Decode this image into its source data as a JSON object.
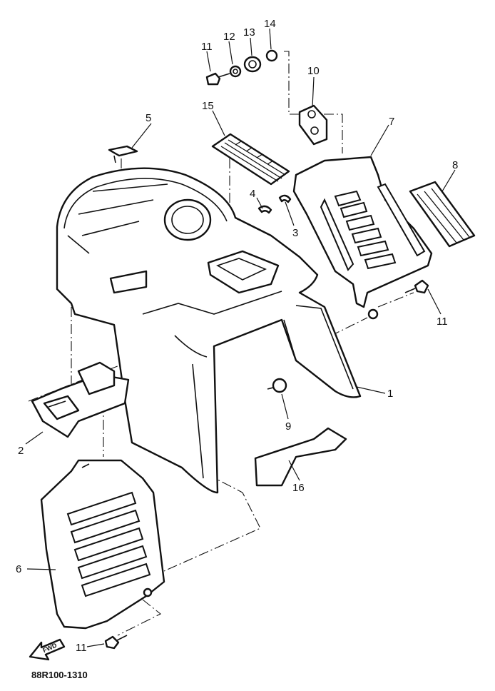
{
  "diagram": {
    "callouts": [
      {
        "id": "1",
        "label": "1"
      },
      {
        "id": "2",
        "label": "2"
      },
      {
        "id": "3",
        "label": "3"
      },
      {
        "id": "4",
        "label": "4"
      },
      {
        "id": "5",
        "label": "5"
      },
      {
        "id": "6",
        "label": "6"
      },
      {
        "id": "7",
        "label": "7"
      },
      {
        "id": "8",
        "label": "8"
      },
      {
        "id": "9",
        "label": "9"
      },
      {
        "id": "10",
        "label": "10"
      },
      {
        "id": "11a",
        "label": "11"
      },
      {
        "id": "11b",
        "label": "11"
      },
      {
        "id": "11c",
        "label": "11"
      },
      {
        "id": "12",
        "label": "12"
      },
      {
        "id": "13",
        "label": "13"
      },
      {
        "id": "14",
        "label": "14"
      },
      {
        "id": "15",
        "label": "15"
      },
      {
        "id": "16",
        "label": "16"
      }
    ],
    "forward_arrow_label": "FWD",
    "diagram_code": "88R100-1310"
  }
}
